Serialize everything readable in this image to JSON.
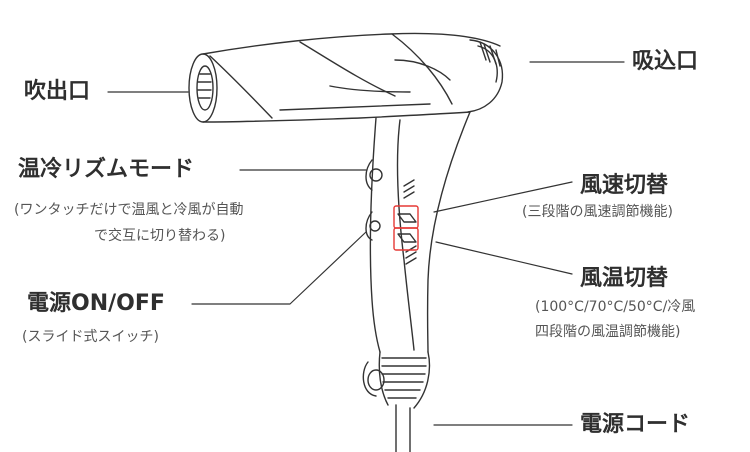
{
  "labels": {
    "outlet": "吹出口",
    "intake": "吸込口",
    "rhythm_mode": "温冷リズムモード",
    "rhythm_mode_desc_1": "(ワンタッチだけで温風と冷風が自動",
    "rhythm_mode_desc_2": "で交互に切り替わる)",
    "speed_switch": "風速切替",
    "speed_switch_desc": "(三段階の風速調節機能)",
    "temp_switch": "風温切替",
    "temp_switch_desc_1": "(100°C/70°C/50°C/冷風",
    "temp_switch_desc_2": "四段階の風温調節機能)",
    "power": "電源ON/OFF",
    "power_desc": "(スライド式スイッチ)",
    "cord": "電源コード"
  },
  "colors": {
    "line": "#333333",
    "highlight": "#e53935"
  }
}
